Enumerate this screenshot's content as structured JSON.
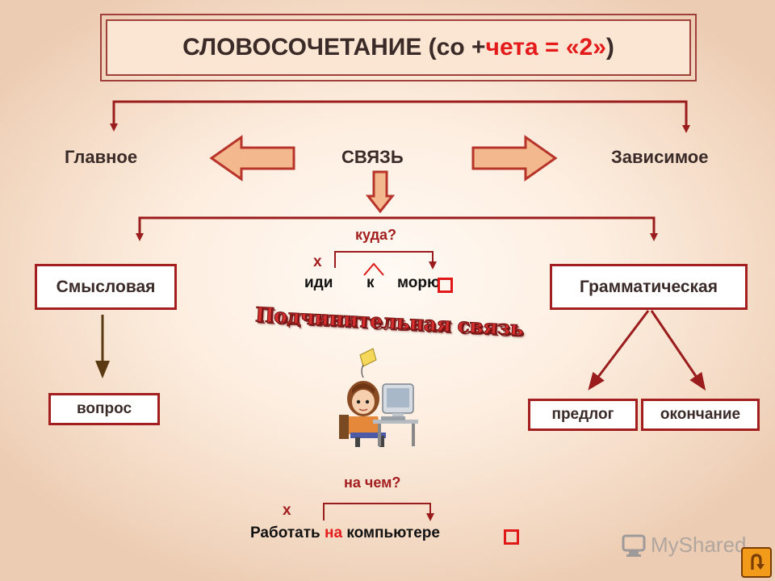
{
  "title": {
    "prefix": "СЛОВОСОЧЕТАНИЕ (со + ",
    "highlight": "чета = «2»",
    "suffix": " )"
  },
  "top": {
    "main": "Главное",
    "link": "СВЯЗЬ",
    "dependent": "Зависимое"
  },
  "branches": {
    "semantic": "Смысловая",
    "grammatical": "Грамматическая"
  },
  "leaves": {
    "question": "вопрос",
    "preposition": "предлог",
    "ending": "окончание"
  },
  "example1": {
    "question": "куда?",
    "mark": "х",
    "w1": "иди",
    "w2": "к",
    "w3_stem": "мор",
    "w3_end": "ю"
  },
  "wordart": "Подчинительная связь",
  "example2": {
    "question": "на чем?",
    "mark": "х",
    "w1": "Работать ",
    "w2": "на",
    "w3_stem": " компьютер",
    "w3_end": "е"
  },
  "watermark": "MyShared",
  "colors": {
    "accent": "#a31e1e",
    "highlight": "#e41b1b",
    "arrow_fill": "#f4b88e",
    "line": "#9b1c1c"
  }
}
